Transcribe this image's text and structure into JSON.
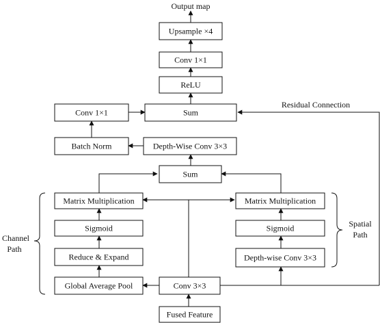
{
  "diagram": {
    "output_label": "Output map",
    "residual_label": "Residual Connection",
    "channel_path_label": [
      "Channel",
      "Path"
    ],
    "spatial_path_label": [
      "Spatial",
      "Path"
    ],
    "nodes": {
      "upsample": "Upsample ×4",
      "conv1x1_top": "Conv 1×1",
      "relu": "ReLU",
      "sum_top": "Sum",
      "conv1x1_left": "Conv 1×1",
      "batch_norm": "Batch Norm",
      "depthwise_conv": "Depth-Wise Conv 3×3",
      "sum_mid": "Sum",
      "matmul_left": "Matrix Multiplication",
      "matmul_right": "Matrix Multiplication",
      "sigmoid_left": "Sigmoid",
      "sigmoid_right": "Sigmoid",
      "reduce_expand": "Reduce & Expand",
      "dw_conv_right": "Depth-wise Conv 3×3",
      "gap": "Global Average Pool",
      "conv3x3": "Conv 3×3",
      "fused": "Fused Feature"
    }
  }
}
